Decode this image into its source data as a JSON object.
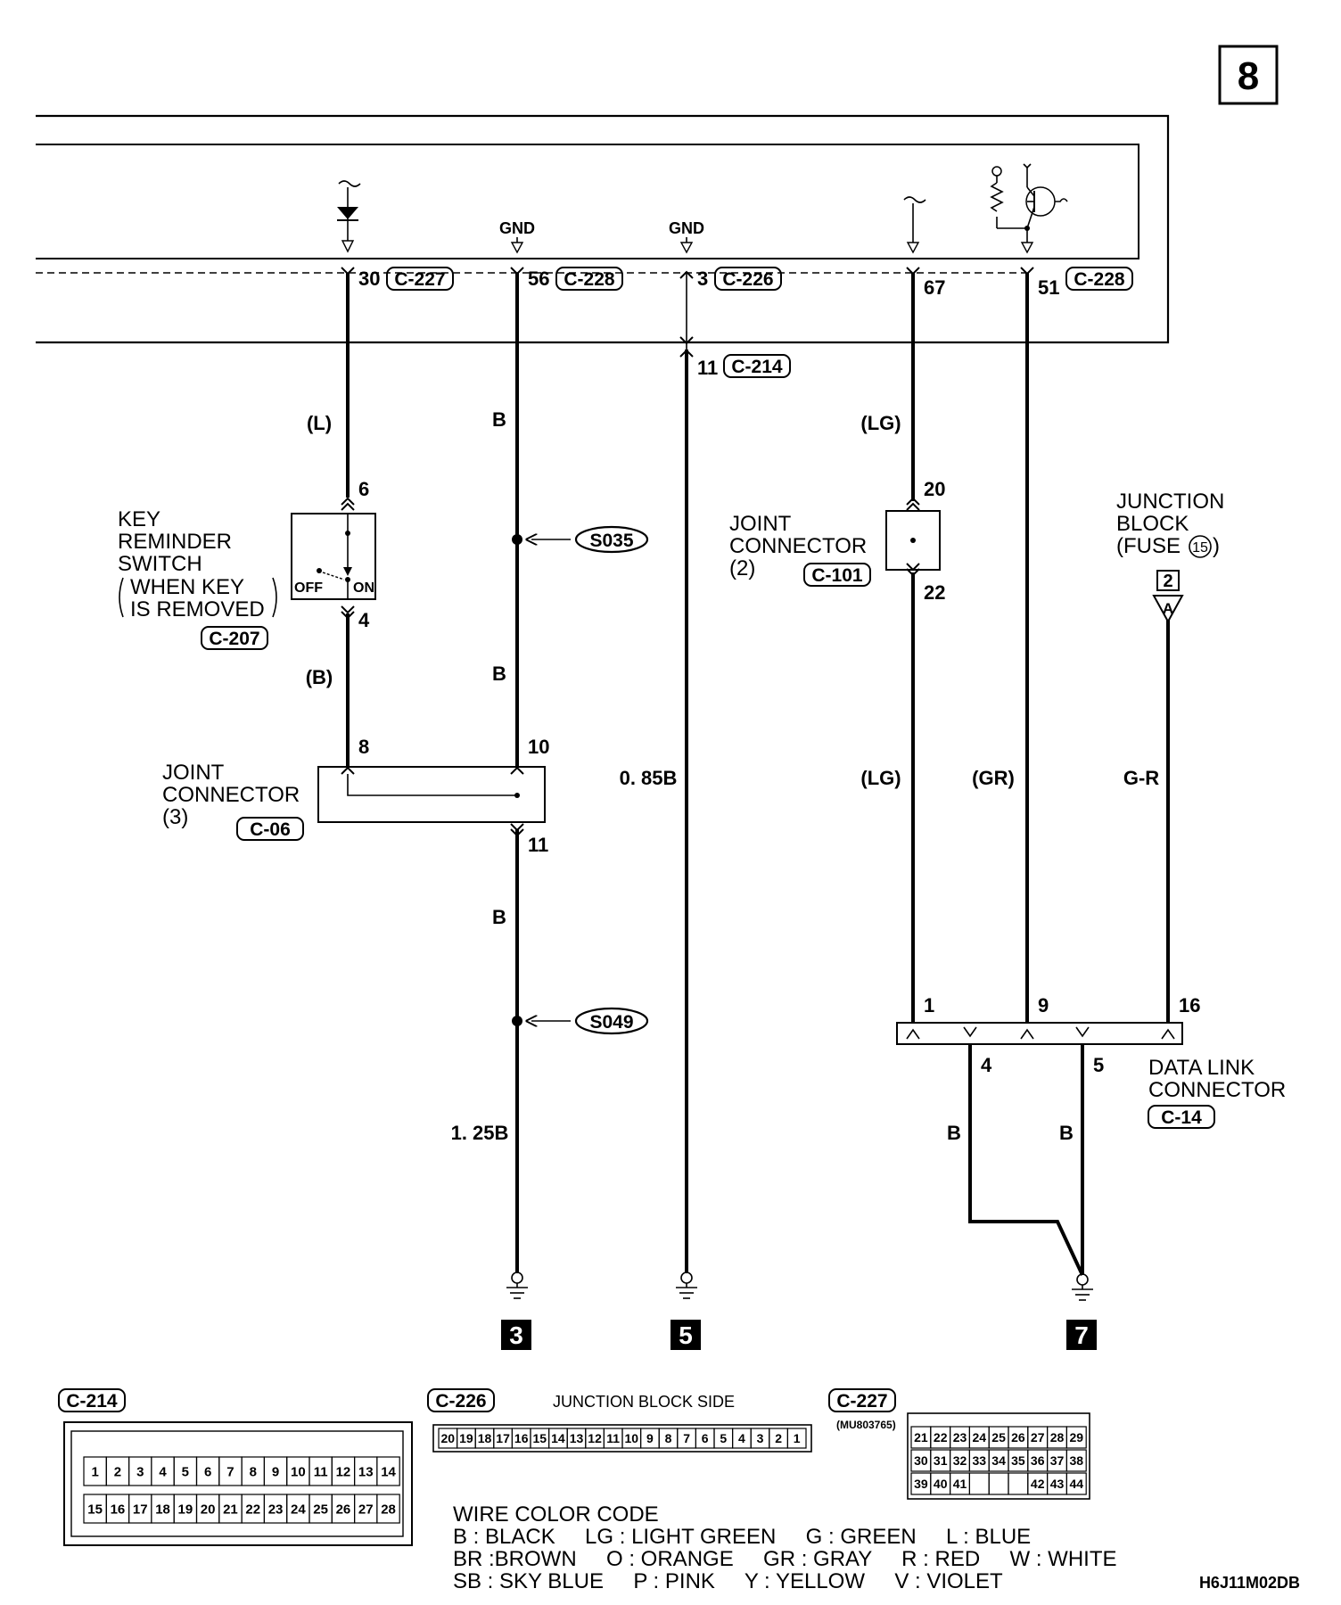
{
  "page_number": "8",
  "signals": {
    "gnd1": "GND",
    "gnd2": "GND"
  },
  "pins": {
    "p30": "30",
    "p56": "56",
    "p3": "3",
    "p67": "67",
    "p51": "51",
    "p11a": "11",
    "p6": "6",
    "p4": "4",
    "p20": "20",
    "p22": "22",
    "p8": "8",
    "p10": "10",
    "p11b": "11",
    "p1": "1",
    "p9": "9",
    "p16": "16",
    "p4b": "4",
    "p5": "5"
  },
  "connectors": {
    "c227": "C-227",
    "c228a": "C-228",
    "c226": "C-226",
    "c228b": "C-228",
    "c214": "C-214",
    "c207": "C-207",
    "c101": "C-101",
    "c06": "C-06",
    "c14": "C-14",
    "s035": "S035",
    "s049": "S049"
  },
  "wire_labels": {
    "w_L": "(L)",
    "w_B1": "B",
    "w_LG1": "(LG)",
    "w_B_paren": "(B)",
    "w_B2": "B",
    "w_085B": "0. 85B",
    "w_LG2": "(LG)",
    "w_GR": "(GR)",
    "w_GR_R": "G-R",
    "w_B3": "B",
    "w_125B": "1. 25B",
    "w_B4": "B",
    "w_B5": "B"
  },
  "components": {
    "key_switch": [
      "KEY",
      "REMINDER",
      "SWITCH"
    ],
    "key_switch_cond": [
      "WHEN KEY",
      "IS REMOVED"
    ],
    "switch_off": "OFF",
    "switch_on": "ON",
    "joint_connector_2": [
      "JOINT",
      "CONNECTOR",
      "(2)"
    ],
    "junction_block": [
      "JUNCTION",
      "BLOCK",
      "(FUSE",
      ")"
    ],
    "fuse_num": "15",
    "fuse_box_num": "2",
    "fuse_letter": "A",
    "joint_connector_3": [
      "JOINT",
      "CONNECTOR",
      "(3)"
    ],
    "data_link": [
      "DATA LINK",
      "CONNECTOR"
    ]
  },
  "grounds": [
    "3",
    "5",
    "7"
  ],
  "connector_views": {
    "c214_label": "C-214",
    "c214_row1": [
      "1",
      "2",
      "3",
      "4",
      "5",
      "6",
      "7",
      "8",
      "9",
      "10",
      "11",
      "12",
      "13",
      "14"
    ],
    "c214_row2": [
      "15",
      "16",
      "17",
      "18",
      "19",
      "20",
      "21",
      "22",
      "23",
      "24",
      "25",
      "26",
      "27",
      "28"
    ],
    "c226_label": "C-226",
    "c226_side": "JUNCTION BLOCK SIDE",
    "c226_row": [
      "20",
      "19",
      "18",
      "17",
      "16",
      "15",
      "14",
      "13",
      "12",
      "11",
      "10",
      "9",
      "8",
      "7",
      "6",
      "5",
      "4",
      "3",
      "2",
      "1"
    ],
    "c227_label": "C-227",
    "c227_part": "(MU803765)",
    "c227_row1": [
      "21",
      "22",
      "23",
      "24",
      "25",
      "26",
      "27",
      "28",
      "29"
    ],
    "c227_row2": [
      "30",
      "31",
      "32",
      "33",
      "34",
      "35",
      "36",
      "37",
      "38"
    ],
    "c227_row3": [
      "39",
      "40",
      "41",
      "",
      "",
      "",
      "42",
      "43",
      "44"
    ]
  },
  "color_code": {
    "title": "WIRE COLOR CODE",
    "line1": "B : BLACK     LG : LIGHT GREEN     G : GREEN     L : BLUE",
    "line2": "BR :BROWN     O : ORANGE     GR : GRAY     R : RED     W : WHITE",
    "line3": "SB : SKY BLUE     P : PINK     Y : YELLOW     V : VIOLET"
  },
  "diagram_code": "H6J11M02DB"
}
